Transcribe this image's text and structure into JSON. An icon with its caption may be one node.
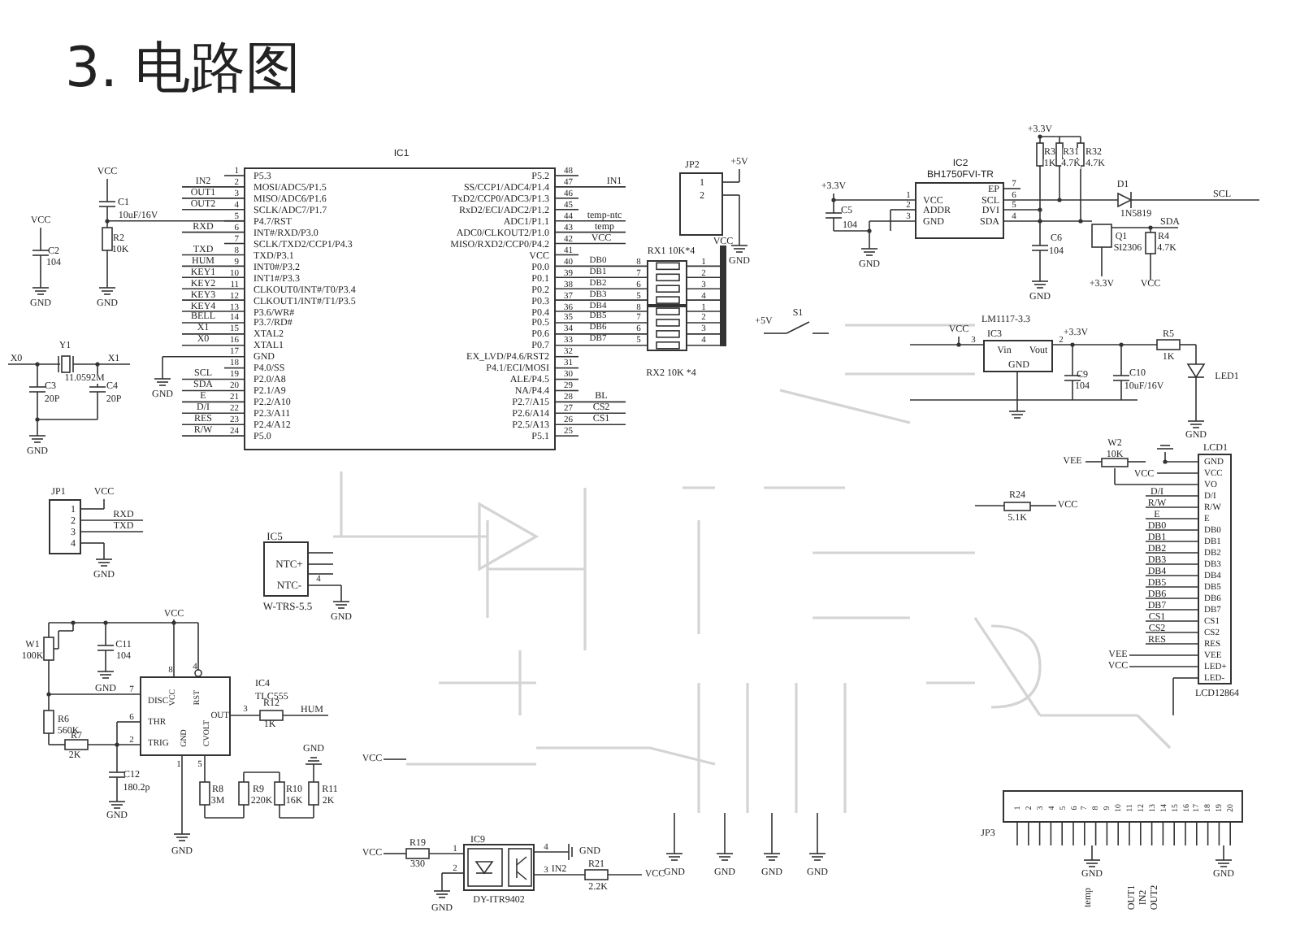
{
  "diagram": {
    "title": "3. 电路图",
    "nodes": [
      {
        "text": [
          "IC1",
          "P5.3",
          "MOSI/ADC5/P1.5",
          "MISO/ADC6/P1.6",
          "SCLK/ADC7/P1.7",
          "P4.7/RST",
          "INT#/RXD/P3.0",
          "SCLK/TXD2/CCP1/P4.3",
          "TXD/P3.1",
          "INT0#/P3.2",
          "INT1#/P3.3",
          "CLKOUT0/INT#/T0/P3.4",
          "CLKOUT1/INT#/T1/P3.5",
          "P3.6/WR#",
          "P3.7/RD#",
          "XTAL2",
          "XTAL1",
          "GND",
          "P4.0/SS",
          "P2.0/A8",
          "P2.1/A9",
          "P2.2/A10",
          "P2.3/A11",
          "P2.4/A12",
          "P5.0",
          "P5.2",
          "SS/CCP1/ADC4/P1.4",
          "TxD2/CCP0/ADC3/P1.3",
          "RxD2/ECI/ADC2/P1.2",
          "ADC1/P1.1",
          "ADC0/CLKOUT2/P1.0",
          "MISO/RXD2/CCP0/P4.2",
          "VCC",
          "P0.0",
          "P0.1",
          "P0.2",
          "P0.3",
          "P0.4",
          "P0.5",
          "P0.6",
          "P0.7",
          "EX_LVD/P4.6/RST2",
          "P4.1/ECI/MOSI",
          "ALE/P4.5",
          "NA/P4.4",
          "P2.7/A15",
          "P2.6/A14",
          "P2.5/A13",
          "P5.1"
        ],
        "beside": [
          "1",
          "2",
          "3",
          "4",
          "5",
          "6",
          "7",
          "8",
          "9",
          "10",
          "11",
          "12",
          "13",
          "14",
          "15",
          "16",
          "17",
          "18",
          "19",
          "20",
          "21",
          "22",
          "23",
          "24",
          "48",
          "47",
          "46",
          "45",
          "44",
          "43",
          "42",
          "41",
          "40",
          "39",
          "38",
          "37",
          "36",
          "35",
          "34",
          "33",
          "32",
          "31",
          "30",
          "29",
          "28",
          "27",
          "26",
          "25"
        ]
      },
      {
        "text": [
          "JP2",
          "1",
          "2"
        ]
      },
      {
        "text": [
          "RX1 10K*4"
        ],
        "beside": [
          "8",
          "7",
          "6",
          "5",
          "1",
          "2",
          "3",
          "4"
        ]
      },
      {
        "text": [
          "RX2 10K *4"
        ],
        "beside": [
          "8",
          "7",
          "6",
          "5",
          "1",
          "2",
          "3",
          "4"
        ]
      },
      {
        "text": [
          "IC2",
          "BH1750FVI-TR",
          "VCC",
          "ADDR",
          "GND",
          "EP",
          "SCL",
          "DVI",
          "SDA"
        ],
        "beside": [
          "1",
          "2",
          "3",
          "7",
          "6",
          "5",
          "4"
        ]
      },
      {
        "text": [
          "LM1117-3.3",
          "IC3",
          "Vin",
          "Vout",
          "GND"
        ],
        "beside": [
          "3",
          "2"
        ]
      },
      {
        "text": [
          "LCD1",
          "GND",
          "VCC",
          "VO",
          "D/I",
          "R/W",
          "E",
          "DB0",
          "DB1",
          "DB2",
          "DB3",
          "DB4",
          "DB5",
          "DB6",
          "DB7",
          "CS1",
          "CS2",
          "RES",
          "VEE",
          "LED+",
          "LED-",
          "LCD12864"
        ]
      },
      {
        "text": [
          "JP1",
          "1",
          "2",
          "3",
          "4"
        ]
      },
      {
        "text": [
          "IC5",
          "NTC+",
          "NTC-",
          "W-TRS-5.5"
        ],
        "beside": [
          "4"
        ]
      },
      {
        "text": [
          "IC4",
          "TLC555",
          "DISC",
          "VCC",
          "RST",
          "THR",
          "TRIG",
          "GND",
          "CVOLT",
          "OUT",
          "3"
        ],
        "beside": [
          "7",
          "6",
          "2",
          "8",
          "4",
          "1",
          "5"
        ]
      },
      {
        "text": [
          "IC9",
          "DY-ITR9402"
        ],
        "beside": [
          "1",
          "2",
          "4",
          "3"
        ]
      },
      {
        "text": [],
        "shape": "bar"
      },
      {
        "text": [
          "JP3",
          "1",
          "2",
          "3",
          "4",
          "5",
          "6",
          "7",
          "8",
          "9",
          "10",
          "11",
          "12",
          "13",
          "14",
          "15",
          "16",
          "17",
          "18",
          "19",
          "20"
        ]
      }
    ],
    "edges": [
      {
        "from": 0,
        "to": 2,
        "arrow": "none",
        "label": "DB0"
      },
      {
        "from": 0,
        "to": 2,
        "arrow": "none",
        "label": "DB1"
      },
      {
        "from": 0,
        "to": 2,
        "arrow": "none",
        "label": "DB2"
      },
      {
        "from": 0,
        "to": 2,
        "arrow": "none",
        "label": "DB3"
      },
      {
        "from": 0,
        "to": 3,
        "arrow": "none",
        "label": "DB4"
      },
      {
        "from": 0,
        "to": 3,
        "arrow": "none",
        "label": "DB5"
      },
      {
        "from": 0,
        "to": 3,
        "arrow": "none",
        "label": "DB6"
      },
      {
        "from": 0,
        "to": 3,
        "arrow": "none",
        "label": "DB7"
      },
      {
        "from": 2,
        "to": 11,
        "arrow": "none"
      },
      {
        "from": 2,
        "to": 11,
        "arrow": "none"
      },
      {
        "from": 2,
        "to": 11,
        "arrow": "none"
      },
      {
        "from": 2,
        "to": 11,
        "arrow": "none"
      },
      {
        "from": 3,
        "to": 11,
        "arrow": "none"
      },
      {
        "from": 3,
        "to": 11,
        "arrow": "none"
      },
      {
        "from": 3,
        "to": 11,
        "arrow": "none"
      },
      {
        "from": 3,
        "to": 11,
        "arrow": "none"
      }
    ],
    "labels": [
      "VCC",
      "C1",
      "10uF/16V",
      "R2",
      "10K",
      "GND",
      "VCC",
      "C2",
      "104",
      "GND",
      "X0",
      "Y1",
      "X1",
      "11.0592M",
      "C3",
      "20P",
      "C4",
      "20P",
      "GND",
      "IN2",
      "OUT1",
      "OUT2",
      "RXD",
      "TXD",
      "HUM",
      "KEY1",
      "KEY2",
      "KEY3",
      "KEY4",
      "BELL",
      "X1",
      "X0",
      "GND",
      "SCL",
      "SDA",
      "E",
      "D/I",
      "RES",
      "R/W",
      "IN1",
      "temp-ntc",
      "temp",
      "VCC",
      "BL",
      "CS2",
      "CS1",
      "+5V",
      "GND",
      "VCC",
      "+3.3V",
      "C5",
      "104",
      "GND",
      "+3.3V",
      "R3",
      "1K",
      "R31",
      "4.7K",
      "R32",
      "4.7K",
      "D1",
      "SCL",
      "1N5819",
      "SDA",
      "C6",
      "Q1",
      "R4",
      "104",
      "SI2306",
      "4.7K",
      "GND",
      "+3.3V",
      "VCC",
      "+5V",
      "S1",
      "VCC",
      "+3.3V",
      "C9",
      "104",
      "C10",
      "10uF/16V",
      "R5",
      "1K",
      "LED1",
      "GND",
      "W2",
      "10K",
      "VEE",
      "VCC",
      "D/I",
      "R/W",
      "E",
      "DB0",
      "DB1",
      "DB2",
      "DB3",
      "DB4",
      "DB5",
      "DB6",
      "DB7",
      "CS1",
      "CS2",
      "RES",
      "VEE",
      "VCC",
      "R24",
      "5.1K",
      "VCC",
      "GND",
      "GND",
      "temp",
      "OUT1",
      "IN2",
      "OUT2",
      "VCC",
      "RXD",
      "TXD",
      "GND",
      "GND",
      "VCC",
      "W1",
      "100K",
      "C11",
      "104",
      "GND",
      "R12",
      "1K",
      "HUM",
      "R6",
      "560K",
      "R7",
      "2K",
      "C12",
      "180.2p",
      "GND",
      "R8",
      "3M",
      "R9",
      "220K",
      "R10",
      "16K",
      "R11",
      "2K",
      "GND",
      "GND",
      "VCC",
      "VCC",
      "R19",
      "330",
      "GND",
      "GND",
      "IN2",
      "R21",
      "2.2K",
      "VCC",
      "GND",
      "GND",
      "GND",
      "GND"
    ]
  }
}
